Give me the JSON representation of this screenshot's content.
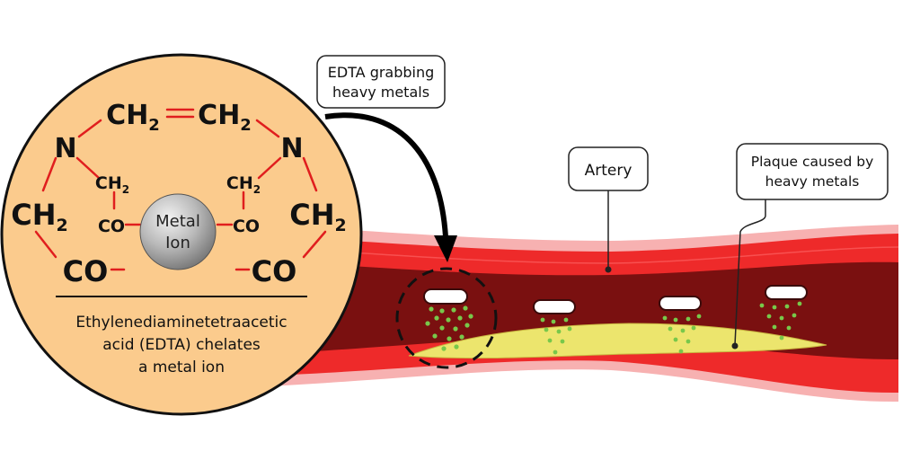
{
  "molecule": {
    "top_left": "CH",
    "top_right": "CH",
    "nitrogen_left": "N",
    "nitrogen_right": "N",
    "inner_left_ch2": "CH",
    "inner_right_ch2": "CH",
    "inner_left_co": "CO",
    "inner_right_co": "CO",
    "outer_left_ch2": "CH",
    "outer_right_ch2": "CH",
    "bottom_left_co": "CO",
    "bottom_right_co": "CO",
    "subscript": "2",
    "metal_ion_line1": "Metal",
    "metal_ion_line2": "Ion"
  },
  "caption": {
    "line1": "Ethylenediaminetetraacetic",
    "line2": "acid (EDTA) chelates",
    "line3": "a metal ion"
  },
  "callouts": {
    "edta_line1": "EDTA grabbing",
    "edta_line2": "heavy metals",
    "artery": "Artery",
    "plaque_line1": "Plaque caused by",
    "plaque_line2": "heavy metals"
  },
  "colors": {
    "circle_fill": "#fbcb8d",
    "bond_red": "#e01e1e",
    "artery_outer": "#ef2b2b",
    "artery_inner": "#7a1010",
    "plaque": "#ece56d",
    "particles": "#78c84a"
  }
}
